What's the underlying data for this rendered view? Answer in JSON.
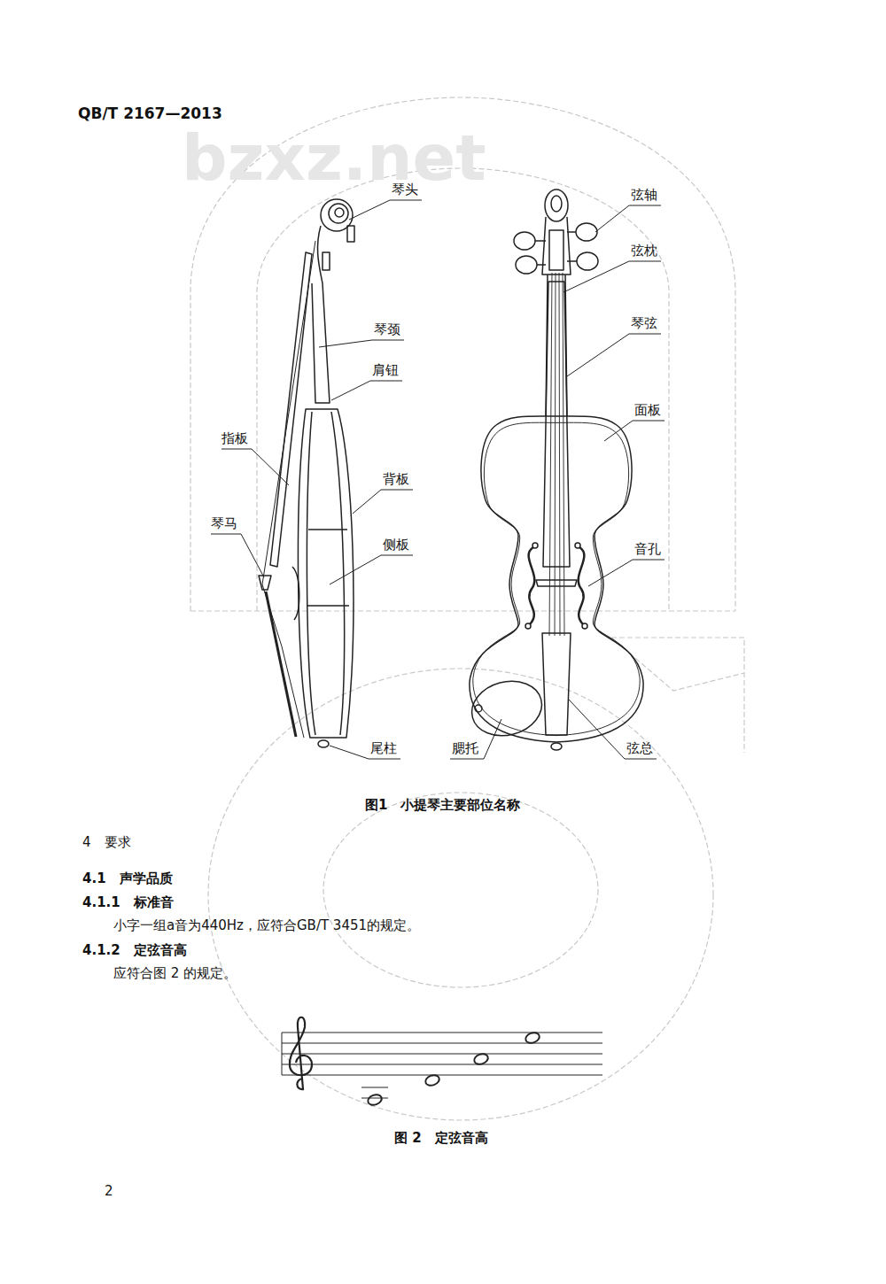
{
  "diagram": {
    "caption": "图1　小提琴主要部位名称",
    "labels": [
      "QB/T 2167—2013",
      "bzxz.net",
      "琴头",
      "琴颈",
      "肩钮",
      "指板",
      "背板",
      "琴马",
      "侧板",
      "尾柱",
      "弦轴",
      "弦枕",
      "琴弦",
      "面板",
      "音孔",
      "腮托",
      "弦总",
      "4　要求",
      "4.1　声学品质",
      "4.1.1　标准音",
      "小字一组a音为440Hz，应符合GB/T 3451的规定。",
      "4.1.2　定弦音高",
      "应符合图 2 的规定。",
      "图 2　定弦音高",
      "2"
    ]
  }
}
